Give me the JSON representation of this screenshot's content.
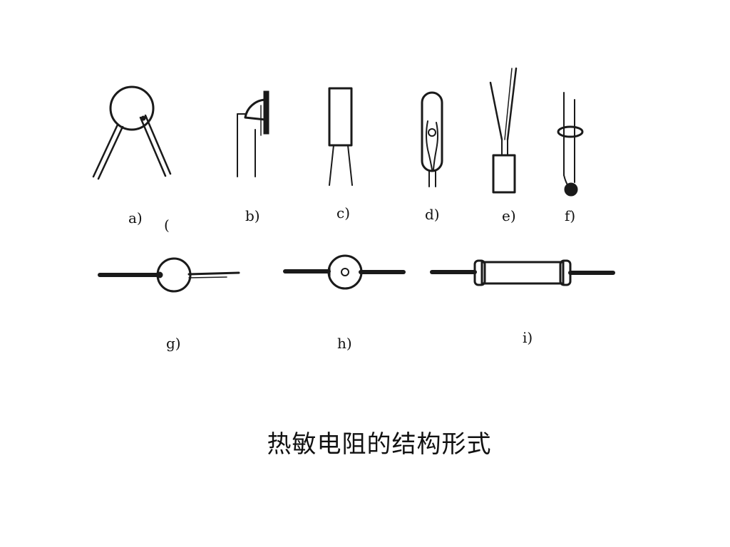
{
  "caption": "热敏电阻的结构形式",
  "labels": {
    "a": "a)",
    "a_mark": "(",
    "b": "b)",
    "c": "c)",
    "d": "d)",
    "e": "e)",
    "f": "f)",
    "g": "g)",
    "h": "h)",
    "i": "i)"
  },
  "colors": {
    "ink": "#1a1a1a",
    "background": "#ffffff"
  }
}
